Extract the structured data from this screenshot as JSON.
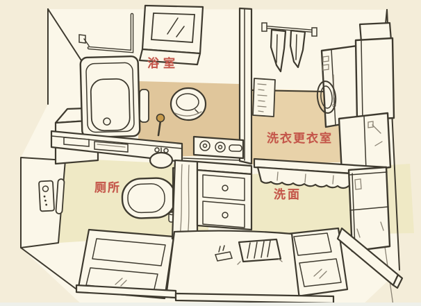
{
  "labels": {
    "bathroom": "浴室",
    "laundry": "洗衣更衣室",
    "toilet": "厕所",
    "washbasin": "洗面"
  },
  "colors": {
    "paper": "#f4edd9",
    "wall": "#fbf7e9",
    "floor-tan": "#e0c69b",
    "floor-tan2": "#e8d2a9",
    "floor-pale": "#efe9c5",
    "ink": "#3e3a2f",
    "ink-light": "#8a8374",
    "label-red": "#c4564a",
    "knob-gold": "#c79a4b",
    "scan-edge": "#eef0ea"
  },
  "rooms": [
    {
      "key": "bathroom",
      "label": "浴室",
      "fixtures": [
        "bathtub",
        "window",
        "towel-rail",
        "floor-drain",
        "shower-lever",
        "wall-panel"
      ]
    },
    {
      "key": "laundry-dressing-room",
      "label": "洗衣更衣室",
      "fixtures": [
        "washing-machine",
        "hanging-towels",
        "towel-rack",
        "wall-poster",
        "storage-cabinets"
      ]
    },
    {
      "key": "toilet-room",
      "label": "厕所",
      "fixtures": [
        "toilet",
        "cistern",
        "grab-bar",
        "wall-control-panel",
        "counter",
        "corner-sink",
        "door-frame-mats"
      ]
    },
    {
      "key": "washbasin-area",
      "label": "洗面",
      "fixtures": [
        "vanity-drawers",
        "skirted-counter",
        "tall-cabinet",
        "floor-frame",
        "baseboard-beam"
      ]
    }
  ],
  "foreground_items": [
    "bath-mat",
    "slippers",
    "ribbed-scale-mat",
    "baseboard-strips"
  ]
}
